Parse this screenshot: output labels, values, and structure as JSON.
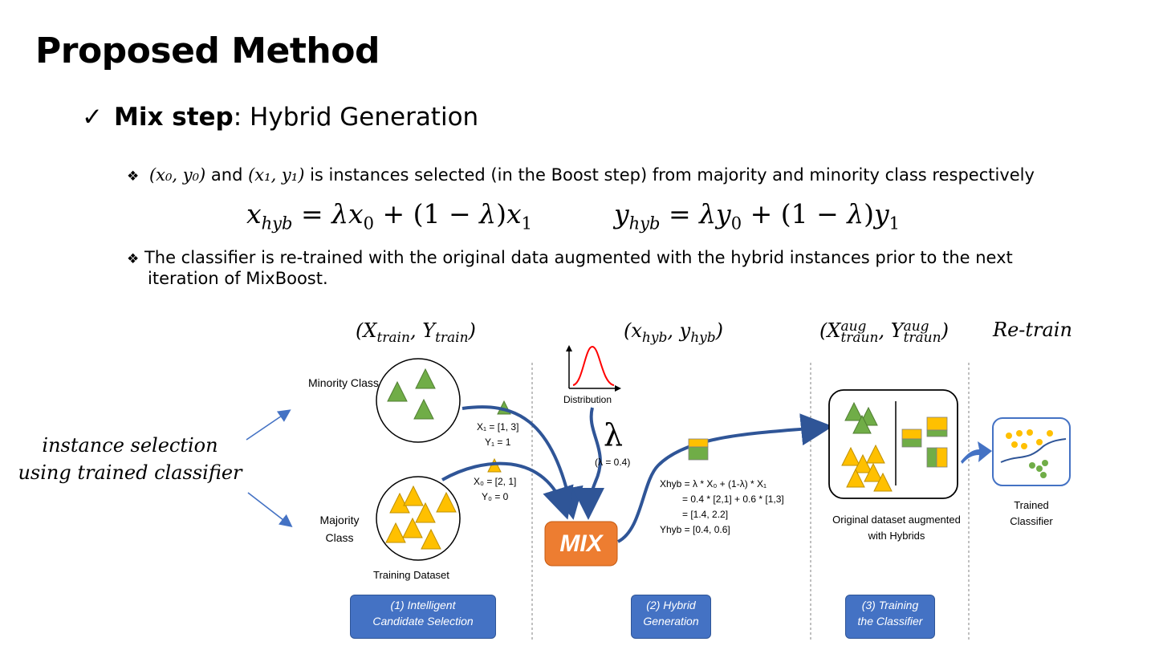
{
  "title": "Proposed Method",
  "subheading": {
    "check": "✓",
    "bold": "Mix step",
    "rest": ": Hybrid Generation"
  },
  "bullet1": {
    "mark": "❖",
    "pair0": "(x₀, y₀)",
    "and": "and",
    "pair1": "(x₁, y₁)",
    "text": "is instances selected (in the Boost step) from majority and minority class respectively"
  },
  "equations": {
    "x_hyb": "x_hyb = λx₀ + (1 − λ)x₁",
    "y_hyb": "y_hyb = λy₀ + (1 − λ)y₁"
  },
  "bullet2": {
    "mark": "❖",
    "line1": "The classifier is re-trained with the original data augmented with the hybrid instances prior to the next",
    "line2": "iteration of MixBoost."
  },
  "side_note": {
    "line1": "instance selection",
    "line2": "using trained classifier"
  },
  "diagram": {
    "tuple_train": "(X_train, Y_train)",
    "tuple_hyb": "(x_hyb, y_hyb)",
    "tuple_aug": "(X_traun^aug, Y_traun^aug)",
    "retrain": "Re-train",
    "minority_label": "Minority Class",
    "majority_label": "Majority Class",
    "training_dataset": "Training Dataset",
    "x1": "X₁ = [1, 3]",
    "y1": "Y₁ = 1",
    "x0": "X₀ = [2, 1]",
    "y0": "Y₀ = 0",
    "distribution": "Distribution",
    "lambda_symbol": "λ",
    "lambda_value": "(λ = 0.4)",
    "mix": "MIX",
    "xhyb_eq": [
      "Xhyb = λ * X₀ + (1-λ) * X₁",
      "= 0.4 * [2,1] + 0.6 * [1,3]",
      "= [1.4, 2.2]",
      "Yhyb = [0.4, 0.6]"
    ],
    "augmented_label": "Original dataset augmented with Hybrids",
    "trained_label": "Trained Classifier",
    "step1": "(1) Intelligent Candidate Selection",
    "step2": "(2) Hybrid Generation",
    "step3": "(3) Training the Classifier"
  },
  "colors": {
    "green": "#70ad47",
    "yellow": "#ffc000",
    "blue": "#2f5597",
    "mix_orange": "#ed7d31",
    "step_blue": "#4472c4"
  }
}
